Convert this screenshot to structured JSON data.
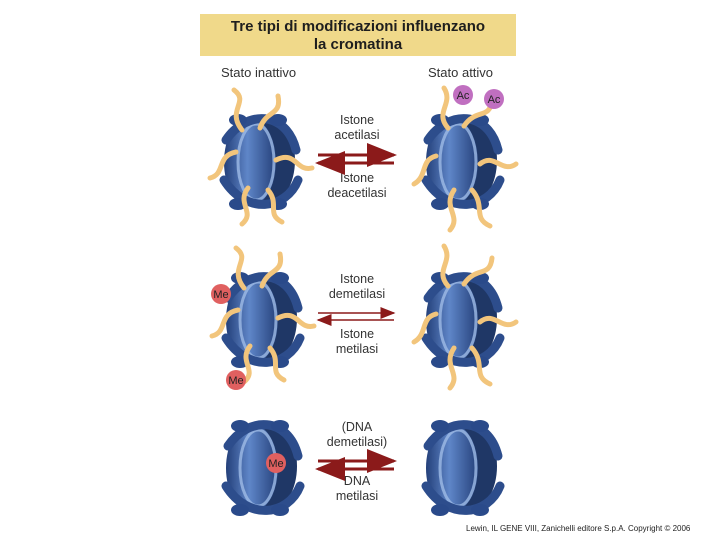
{
  "title": {
    "line1": "Tre tipi di modificazioni influenzano",
    "line2": "la cromatina"
  },
  "states": {
    "inactive": "Stato inattivo",
    "active": "Stato attivo"
  },
  "rows": [
    {
      "top_enzyme": [
        "Istone",
        "acetilasi"
      ],
      "bottom_enzyme": [
        "Istone",
        "deacetilasi"
      ],
      "mark": "Ac"
    },
    {
      "top_enzyme": [
        "Istone",
        "demetilasi"
      ],
      "bottom_enzyme": [
        "Istone",
        "metilasi"
      ],
      "mark": "Me"
    },
    {
      "top_enzyme": [
        "(DNA",
        "demetilasi)"
      ],
      "bottom_enzyme": [
        "DNA",
        "metilasi"
      ],
      "mark": "Me"
    }
  ],
  "colors": {
    "title_bg": "#f0d98a",
    "arrow": "#8b1a1a",
    "nucleosome": "#3d5f9e",
    "tail": "#f2c57c",
    "ac_mark": "#c06fc0",
    "me_mark": "#e06060"
  },
  "credit": "Lewin, IL GENE VIII, Zanichelli editore S.p.A. Copyright © 2006"
}
